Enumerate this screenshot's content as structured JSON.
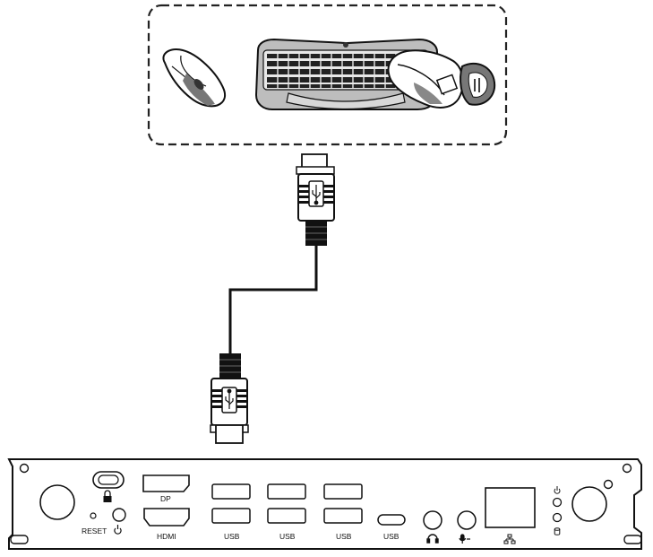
{
  "devices": {
    "mouse": {
      "icon": "mouse-icon"
    },
    "keyboard": {
      "icon": "keyboard-icon"
    },
    "usb_drive": {
      "icon": "usb-flash-drive-icon"
    }
  },
  "cable": {
    "icon": "usb-symbol-icon",
    "ends": 2
  },
  "panel": {
    "labels": {
      "reset": "RESET",
      "dp": "DP",
      "hdmi": "HDMI",
      "usb1": "USB",
      "usb2": "USB",
      "usb3": "USB",
      "usbc": "USB"
    },
    "icons": {
      "lock": "lock-icon",
      "power": "power-icon",
      "headphone": "headphone-icon",
      "mic": "microphone-icon",
      "lan": "network-icon",
      "power_led": "power-led-icon",
      "hdd_led": "hdd-led-icon"
    }
  }
}
